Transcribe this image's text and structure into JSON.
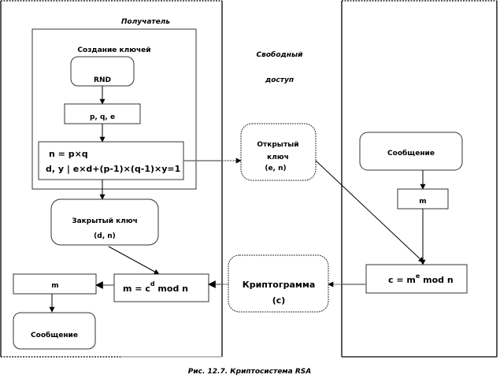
{
  "zones": {
    "receiver_title": "Получатель",
    "free_access_line1": "Свободный",
    "free_access_line2": "доступ"
  },
  "key_generation": {
    "title": "Создание ключей",
    "rnd": "RND",
    "pqe": "p, q, e",
    "formula_line1": "n = p×q",
    "formula_line2": "d, y | e×d+(p-1)×(q-1)×y=1"
  },
  "private_key": {
    "line1": "Закрытый ключ",
    "line2": "(d, n)"
  },
  "public_key": {
    "line1": "Открытый",
    "line2": "ключ",
    "line3": "(e, n)"
  },
  "decrypt": {
    "formula_prefix": "m  = c",
    "exponent": "d",
    "formula_suffix": " mod n"
  },
  "receiver_output": {
    "m": "m",
    "message": "Сообщение"
  },
  "sender": {
    "message": "Сообщение",
    "m": "m",
    "formula_prefix": "c = m",
    "exponent": "e",
    "formula_suffix": " mod n"
  },
  "cryptogram": {
    "line1": "Криптограмма",
    "line2": "(c)"
  },
  "caption": "Рис. 12.7.  Криптосистема RSA"
}
